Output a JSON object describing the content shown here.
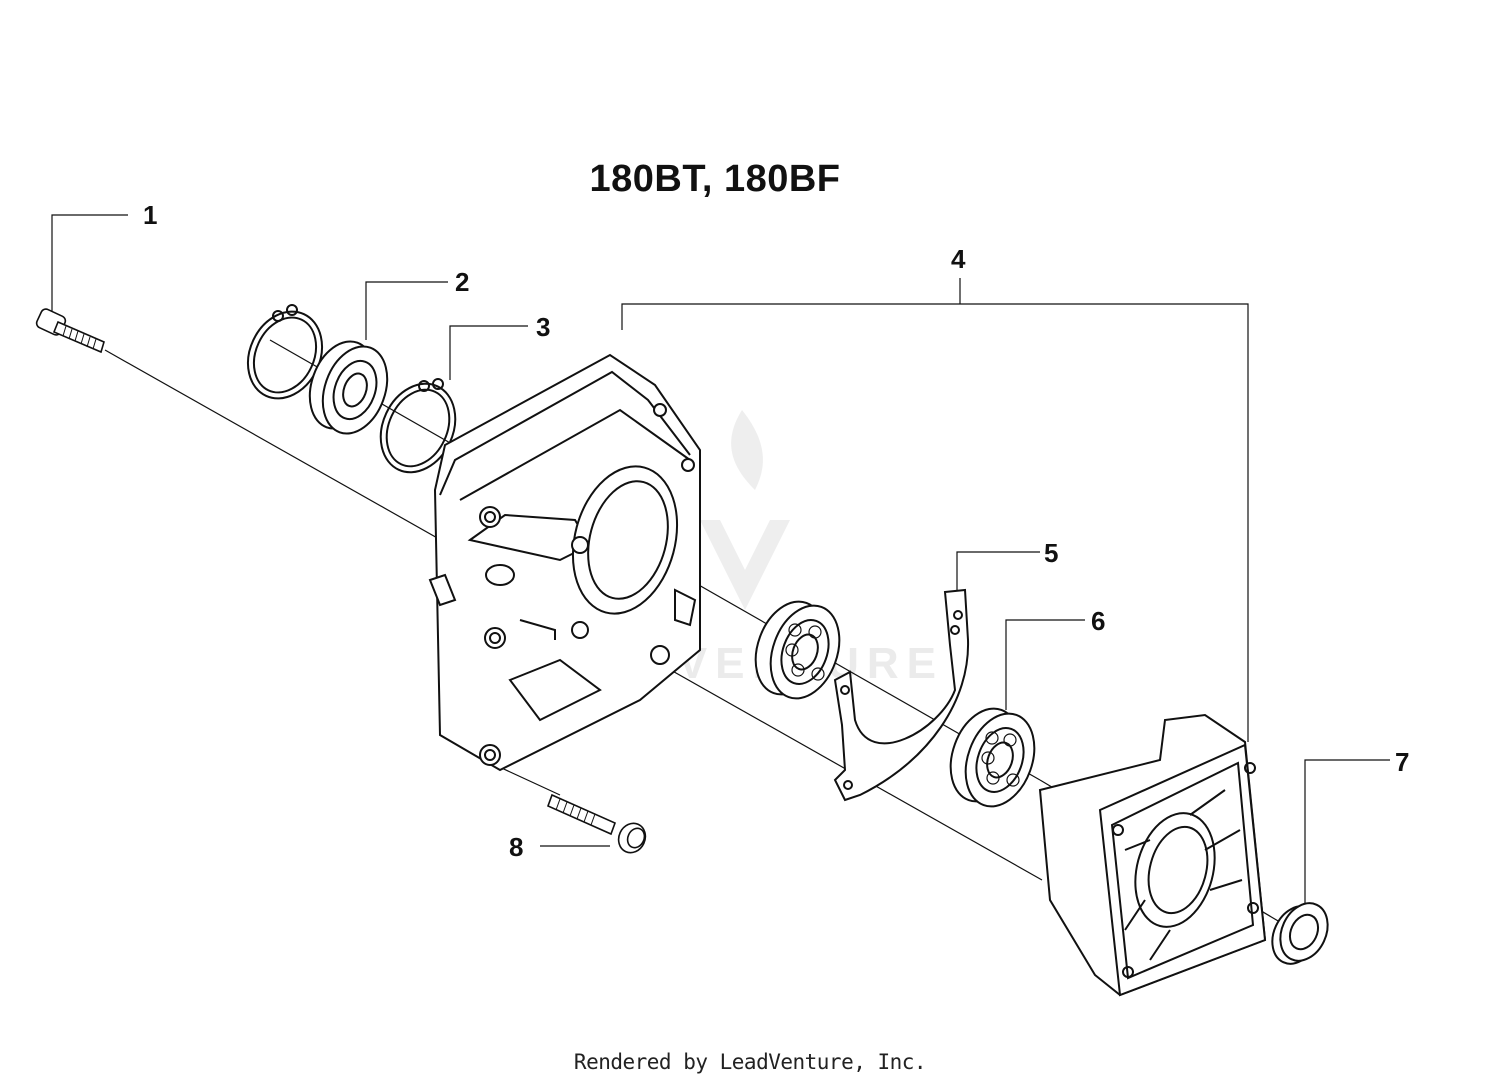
{
  "diagram": {
    "title": "180BT, 180BF",
    "footer": "Rendered by LeadVenture, Inc.",
    "watermark": "LEADVENTURE",
    "colors": {
      "ink": "#111111",
      "watermark": "#e6e6e6"
    },
    "callouts": [
      {
        "id": "1",
        "label": "1"
      },
      {
        "id": "2",
        "label": "2"
      },
      {
        "id": "3",
        "label": "3"
      },
      {
        "id": "4",
        "label": "4"
      },
      {
        "id": "5",
        "label": "5"
      },
      {
        "id": "6",
        "label": "6"
      },
      {
        "id": "7",
        "label": "7"
      },
      {
        "id": "8",
        "label": "8"
      }
    ]
  }
}
